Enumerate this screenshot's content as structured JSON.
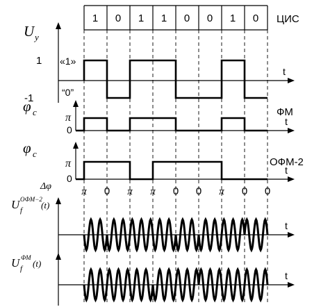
{
  "bits": [
    "1",
    "0",
    "1",
    "1",
    "0",
    "0",
    "1",
    "0"
  ],
  "cis_label": "ЦИС",
  "rows": {
    "uy": {
      "symbol": "U",
      "subscript": "y",
      "level_high": "1",
      "level_low": "-1",
      "tag_one": "«1»",
      "tag_zero": "“0”",
      "axis": "t"
    },
    "fm": {
      "symbol": "φ",
      "subscript": "c",
      "pi": "π",
      "zero": "0",
      "label": "ФМ",
      "axis": "t"
    },
    "ofm": {
      "symbol": "φ",
      "subscript": "c",
      "pi": "π",
      "zero": "0",
      "label": "ОФМ-2",
      "axis": "t"
    },
    "dphi": {
      "symbol": "Δφ",
      "values": [
        "π",
        "0",
        "π",
        "π",
        "0",
        "0",
        "π",
        "0",
        "0"
      ]
    },
    "uf_ofm": {
      "symbol": "U",
      "subscript": "f",
      "superscript": "ОФМ−2",
      "arg": "(t)",
      "axis": "t"
    },
    "uf_fm": {
      "symbol": "U",
      "subscript": "f",
      "superscript": "ФМ",
      "arg": "(t)",
      "axis": "t"
    }
  }
}
